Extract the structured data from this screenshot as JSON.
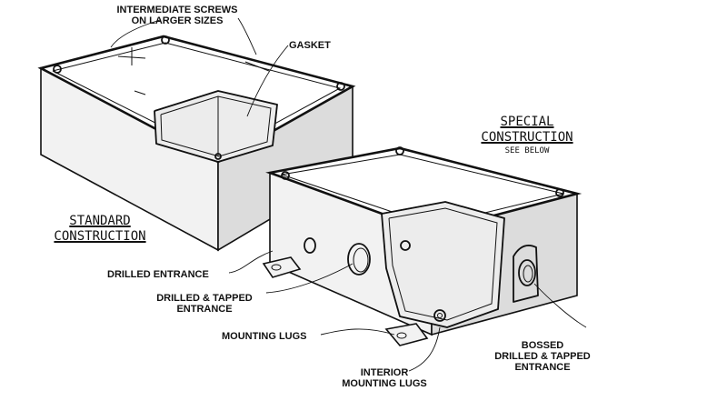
{
  "labels": {
    "intermediate_screws_1": "INTERMEDIATE SCREWS",
    "intermediate_screws_2": "ON LARGER SIZES",
    "gasket": "GASKET",
    "special_1": "SPECIAL",
    "special_2": "CONSTRUCTION",
    "special_3": "SEE BELOW",
    "standard_1": "STANDARD",
    "standard_2": "CONSTRUCTION",
    "drilled_entrance": "DRILLED ENTRANCE",
    "drilled_tapped_1": "DRILLED & TAPPED",
    "drilled_tapped_2": "ENTRANCE",
    "mounting_lugs": "MOUNTING LUGS",
    "interior_lugs_1": "INTERIOR",
    "interior_lugs_2": "MOUNTING LUGS",
    "bossed_1": "BOSSED",
    "bossed_2": "DRILLED & TAPPED",
    "bossed_3": "ENTRANCE"
  }
}
